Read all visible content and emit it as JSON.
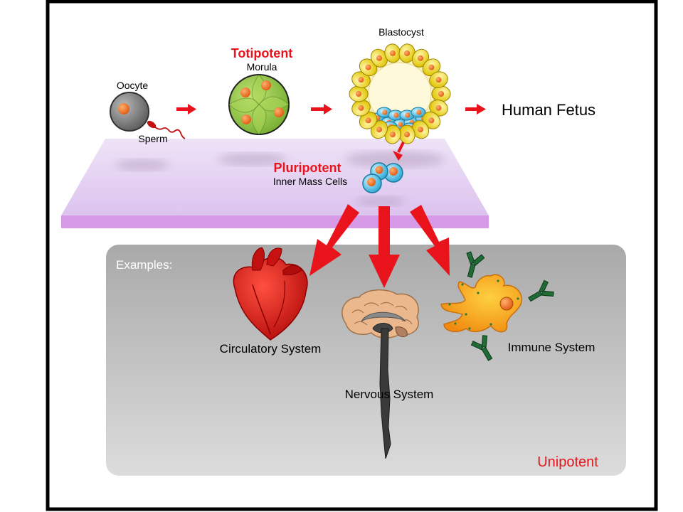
{
  "labels": {
    "oocyte": "Oocyte",
    "sperm": "Sperm",
    "totipotent": "Totipotent",
    "morula": "Morula",
    "blastocyst": "Blastocyst",
    "human_fetus": "Human Fetus",
    "pluripotent": "Pluripotent",
    "inner_mass_cells": "Inner Mass Cells",
    "examples": "Examples:",
    "circulatory_system": "Circulatory System",
    "nervous_system": "Nervous System",
    "immune_system": "Immune System",
    "unipotent": "Unipotent"
  },
  "colors": {
    "potency_label": "#e8131b",
    "arrow": "#e8131b",
    "platform_top": "#e6d4f2",
    "platform_edge": "#d79ae6",
    "examples_panel": "#b4b4b4",
    "frame": "#000000",
    "heart": "#d81010",
    "brain": "#e8b88e",
    "spinal_cord": "#3a3a3a",
    "immune_cell": "#f5a020",
    "antibody": "#1f6b35",
    "blastocyst_outer": "#f2d800",
    "inner_mass": "#3fb6dc",
    "nucleus": "#f07020",
    "morula": "#8cc43a"
  },
  "icons": [
    "oocyte-cell",
    "sperm",
    "morula",
    "blastocyst",
    "inner-mass-cells",
    "heart",
    "brain",
    "immune-cell",
    "antibody"
  ]
}
